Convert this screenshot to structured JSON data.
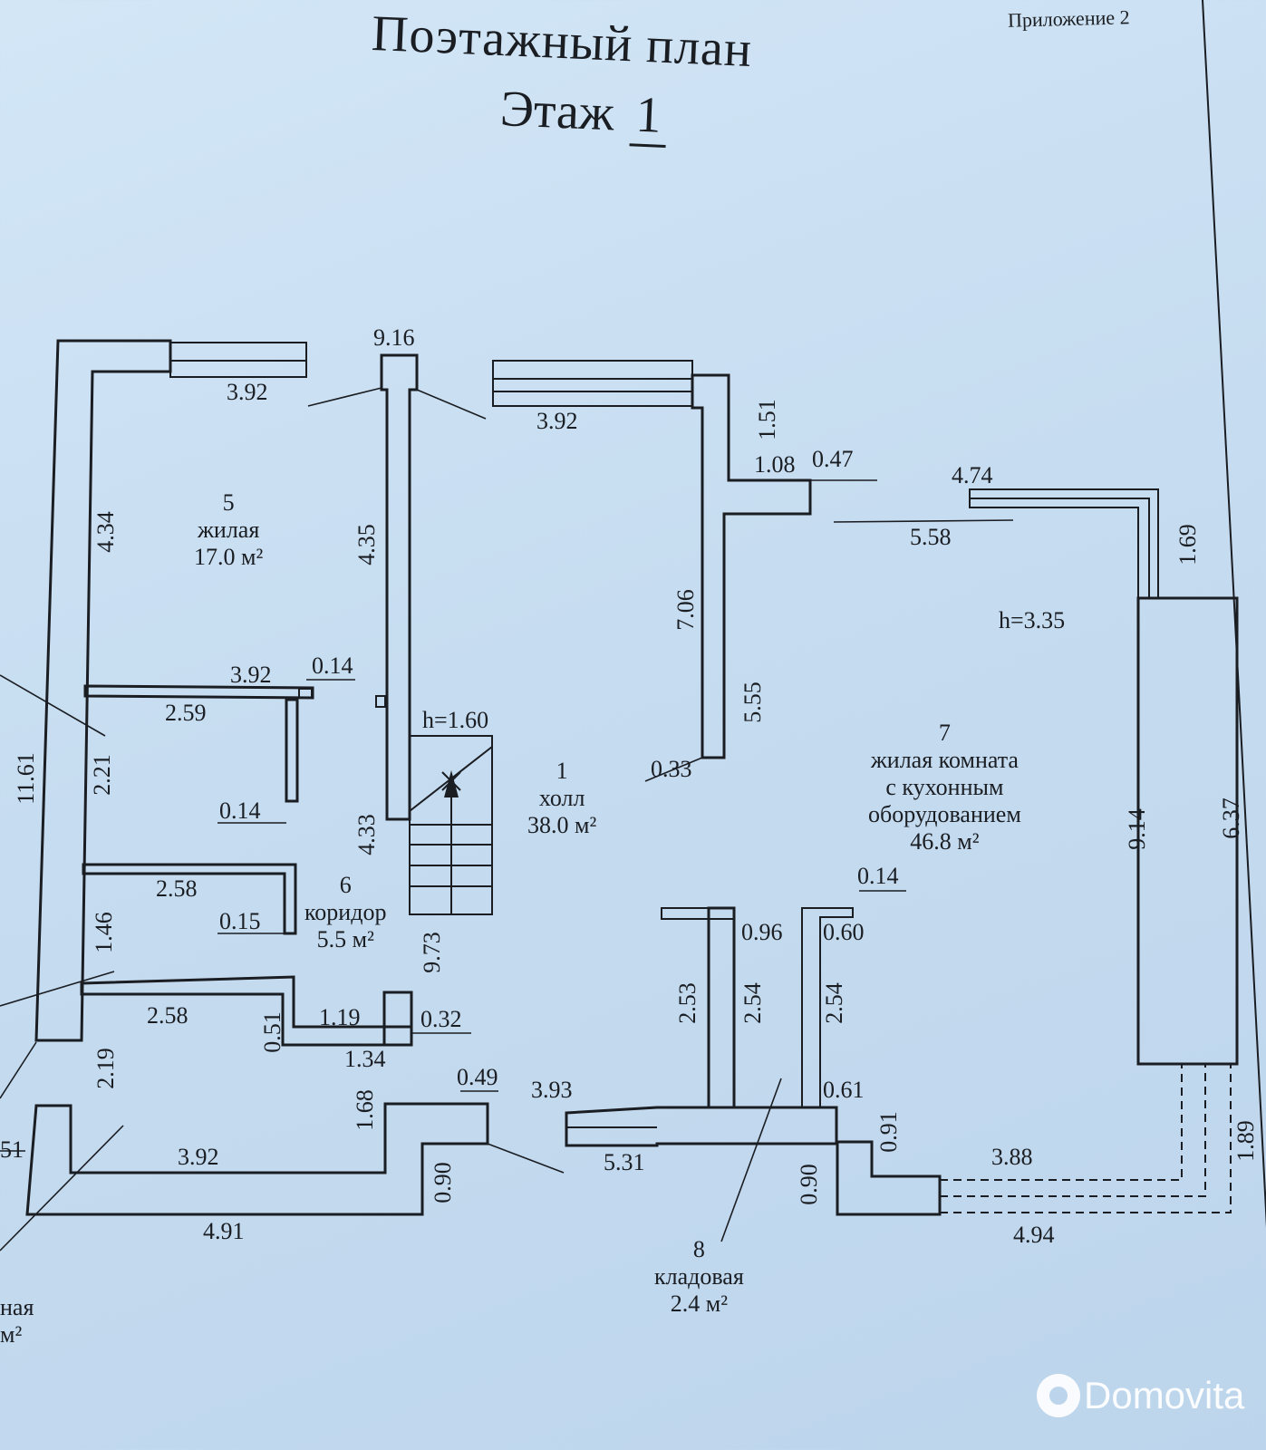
{
  "header": {
    "appendix": "Приложение 2",
    "title": "Поэтажный план",
    "floor_label": "Этаж",
    "floor_number": "1"
  },
  "rooms": [
    {
      "number": "5",
      "name": "жилая",
      "area": "17.0 м²"
    },
    {
      "number": "1",
      "name": "холл",
      "area": "38.0 м²"
    },
    {
      "number": "6",
      "name": "коридор",
      "area": "5.5 м²"
    },
    {
      "number": "7",
      "name_line1": "жилая комната",
      "name_line2": "с кухонным",
      "name_line3": "оборудованием",
      "area": "46.8 м²"
    },
    {
      "number": "8",
      "name": "кладовая",
      "area": "2.4 м²"
    },
    {
      "name_fragment": "ная",
      "area_fragment": "м²"
    }
  ],
  "heights": {
    "stair": "h=1.60",
    "room7": "h=3.35"
  },
  "dimensions": {
    "d916": "9.16",
    "d392a": "3.92",
    "d392b": "3.92",
    "d151": "1.51",
    "d108": "1.08",
    "d047": "0.47",
    "d474": "4.74",
    "d558": "5.58",
    "d169": "1.69",
    "d434": "4.34",
    "d435": "4.35",
    "d706": "7.06",
    "d392c": "3.92",
    "d014a": "0.14",
    "d259": "2.59",
    "d555": "5.55",
    "d221": "2.21",
    "d033": "0.33",
    "d1161": "11.61",
    "d014b": "0.14",
    "d433": "4.33",
    "d914": "9.14",
    "d637": "6.37",
    "d258a": "2.58",
    "d015": "0.15",
    "d014c": "0.14",
    "d096": "0.96",
    "d060": "0.60",
    "d146": "1.46",
    "d973": "9.73",
    "d253": "2.53",
    "d254a": "2.54",
    "d254b": "2.54",
    "d258b": "2.58",
    "d119": "1.19",
    "d032": "0.32",
    "d051": "0.51",
    "d134": "1.34",
    "d219": "2.19",
    "d049": "0.49",
    "d393": "3.93",
    "d168": "1.68",
    "d061": "0.61",
    "d091": "0.91",
    "d189": "1.89",
    "d392d": "3.92",
    "d090a": "0.90",
    "d531": "5.31",
    "d090b": "0.90",
    "d388": "3.88",
    "d491": "4.91",
    "d494": "4.94",
    "d51frag": "51"
  },
  "watermark": {
    "text": "Domovita"
  }
}
